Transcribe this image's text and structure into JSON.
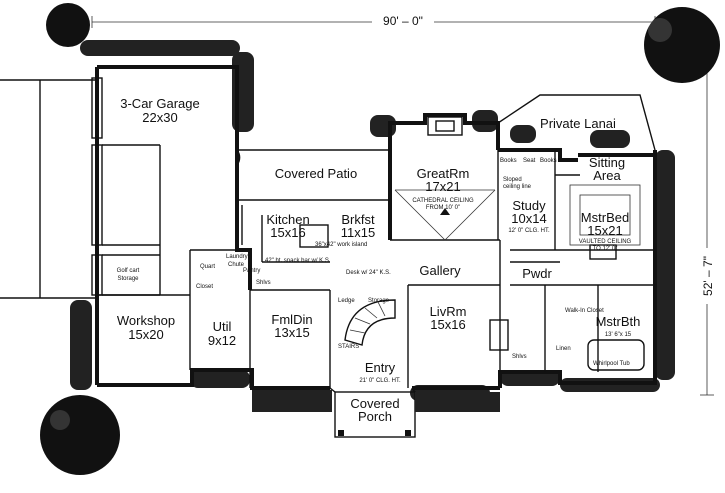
{
  "dimensions": {
    "width": "90' – 0\"",
    "depth": "52' – 7\""
  },
  "rooms": {
    "garage": {
      "name": "3-Car Garage",
      "size": "22x30"
    },
    "workshop": {
      "name": "Workshop",
      "size": "15x20"
    },
    "golf_storage": {
      "line1": "Golf cart",
      "line2": "Storage"
    },
    "util": {
      "name": "Util",
      "size": "9x12"
    },
    "covered_patio": {
      "name": "Covered Patio"
    },
    "kitchen": {
      "name": "Kitchen",
      "size": "15x16"
    },
    "brkfst": {
      "name": "Brkfst",
      "size": "11x15"
    },
    "greatrm": {
      "name": "GreatRm",
      "size": "17x21"
    },
    "private_lanai": {
      "name": "Private Lanai"
    },
    "study": {
      "name": "Study",
      "size": "10x14"
    },
    "sitting": {
      "line1": "Sitting",
      "line2": "Area"
    },
    "mstrbed": {
      "name": "MstrBed",
      "size": "15x21"
    },
    "gallery": {
      "name": "Gallery"
    },
    "pwdr": {
      "name": "Pwdr"
    },
    "fmldin": {
      "name": "FmlDin",
      "size": "13x15"
    },
    "livrm": {
      "name": "LivRm",
      "size": "15x16"
    },
    "mstrbth": {
      "name": "MstrBth",
      "size": "13' 6\"x 15"
    },
    "entry": {
      "name": "Entry",
      "note": "21' 0\" CLG. HT."
    },
    "porch": {
      "line1": "Covered",
      "line2": "Porch"
    }
  },
  "notes": {
    "quart": "Quart",
    "laundry": "Laundry",
    "chute": "Chute",
    "pantry": "Pantry",
    "closet": "Closet",
    "shlvs_kitchen": "Shlvs",
    "bar": "42\" ht. snack bar w/ K.S.",
    "island": "36\"x42\" work island",
    "desk": "Desk w/ 24\" K.S.",
    "cathedral1": "CATHEDRAL CEILING",
    "cathedral2": "FROM 10' 0\"",
    "ledge": "Ledge",
    "storage": "Storage",
    "books1": "Books",
    "seat": "Seat",
    "books2": "Books",
    "sloped1": "Sloped",
    "sloped2": "ceiling line",
    "study_clg": "12' 0\" CLG. HT.",
    "vaulted1": "VAULTED CEILING",
    "vaulted2": "TO 12' 0\"",
    "walkin": "Walk-In Closet",
    "shlvs_bath": "Shlvs",
    "whirlpool": "Whirlpool Tub",
    "linen": "Linen",
    "stairs": "STAIRS"
  }
}
